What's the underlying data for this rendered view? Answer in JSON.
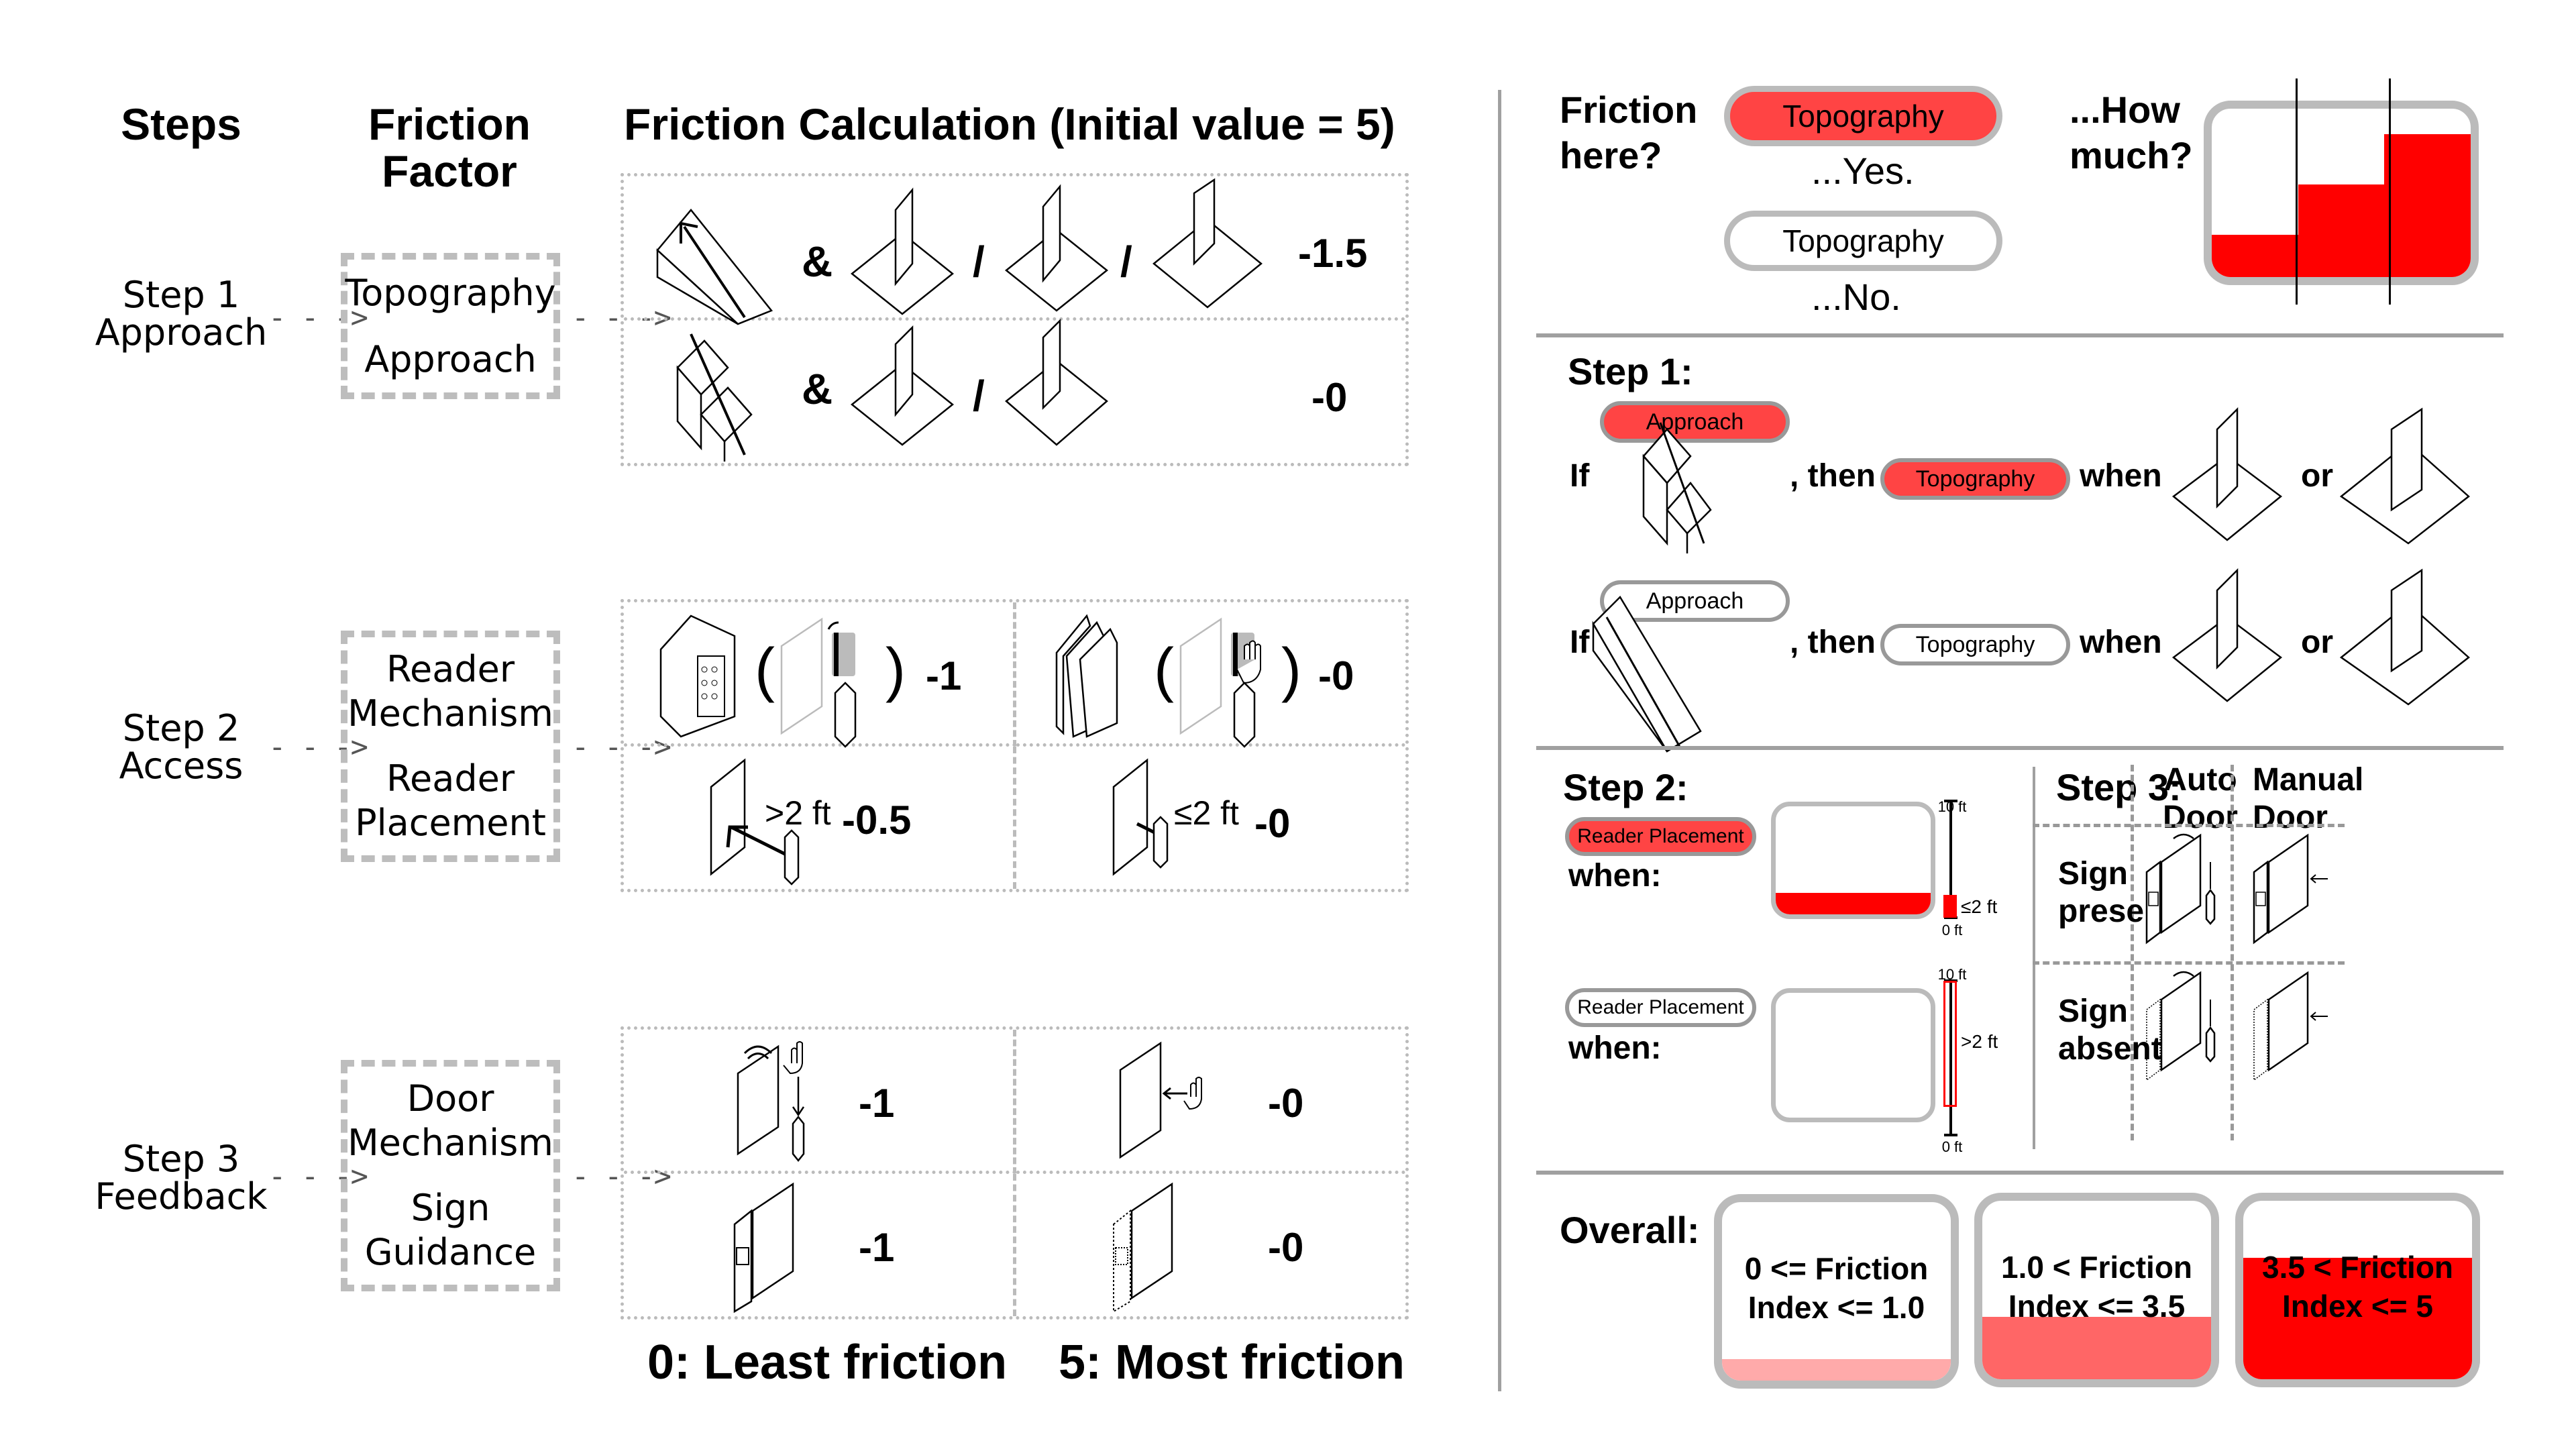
{
  "left": {
    "headers": {
      "steps": "Steps",
      "friction_factor_line1": "Friction",
      "friction_factor_line2": "Factor",
      "calculation": "Friction Calculation (Initial value = 5)"
    },
    "steps": [
      {
        "label_line1": "Step 1",
        "label_line2": "Approach",
        "factors": [
          "Topography",
          "Approach"
        ],
        "rows": [
          {
            "value": "-1.5",
            "connector": "&",
            "separators": [
              "/",
              "/"
            ]
          },
          {
            "value": "-0",
            "connector": "&",
            "separators": [
              "/"
            ]
          }
        ]
      },
      {
        "label_line1": "Step 2",
        "label_line2": "Access",
        "factors": [
          "Reader Mechanism",
          "Reader Placement"
        ],
        "factor_lines": [
          [
            "Reader",
            "Mechanism"
          ],
          [
            "Reader",
            "Placement"
          ]
        ],
        "rows": [
          {
            "left_value": "-1",
            "right_value": "-0",
            "open_paren": "(",
            "close_paren": ")"
          },
          {
            "left_value": "-0.5",
            "left_distance": ">2 ft",
            "right_value": "-0",
            "right_distance": "≤2 ft"
          }
        ]
      },
      {
        "label_line1": "Step 3",
        "label_line2": "Feedback",
        "factors": [
          "Door Mechanism",
          "Sign Guidance"
        ],
        "factor_lines": [
          [
            "Door",
            "Mechanism"
          ],
          [
            "Sign",
            "Guidance"
          ]
        ],
        "rows": [
          {
            "left_value": "-1",
            "right_value": "-0"
          },
          {
            "left_value": "-1",
            "right_value": "-0"
          }
        ]
      }
    ],
    "arrow_glyph": "- - ->",
    "footer": {
      "least": "0: Least friction",
      "most": "5: Most friction"
    }
  },
  "right": {
    "intro": {
      "question_line1": "Friction",
      "question_line2": "here?",
      "yes_pill": "Topography",
      "yes_label": "...Yes.",
      "no_pill": "Topography",
      "no_label": "...No.",
      "how_line1": "...How",
      "how_line2": "much?",
      "how_much_levels": [
        0.25,
        0.55,
        0.85
      ]
    },
    "step1": {
      "title": "Step 1:",
      "rows": [
        {
          "if": "If",
          "factor_pill": "Approach",
          "factor_active": true,
          "then": ", then",
          "result_pill": "Topography",
          "result_active": true,
          "when": "when",
          "or": "or"
        },
        {
          "if": "If",
          "factor_pill": "Approach",
          "factor_active": false,
          "then": ", then",
          "result_pill": "Topography",
          "result_active": false,
          "when": "when",
          "or": "or"
        }
      ]
    },
    "step2": {
      "title": "Step 2:",
      "rows": [
        {
          "pill": "Reader Placement",
          "active": true,
          "when": "when:",
          "fill_fraction": 0.2,
          "scale_top": "10 ft",
          "scale_bottom": "0 ft",
          "range_label": "≤2 ft"
        },
        {
          "pill": "Reader Placement",
          "active": false,
          "when": "when:",
          "fill_fraction": 0,
          "scale_top": "10 ft",
          "scale_bottom": "0 ft",
          "range_label": ">2 ft"
        }
      ]
    },
    "step3": {
      "title": "Step 3:",
      "columns": [
        {
          "line1": "Auto",
          "line2": "Door"
        },
        {
          "line1": "Manual",
          "line2": "Door"
        }
      ],
      "rows": [
        {
          "line1": "Sign",
          "line2": "present"
        },
        {
          "line1": "Sign",
          "line2": "absent"
        }
      ]
    },
    "overall": {
      "title": "Overall:",
      "bins": [
        {
          "line1": "0 <= Friction",
          "line2": "Index <= 1.0",
          "fill_fraction": 0.12,
          "color": "#ffaaaa"
        },
        {
          "line1": "1.0 < Friction",
          "line2": "Index <= 3.5",
          "fill_fraction": 0.35,
          "color": "#ff6666"
        },
        {
          "line1": "3.5 < Friction",
          "line2": "Index <= 5",
          "fill_fraction": 0.68,
          "color": "#ff0000"
        }
      ]
    }
  },
  "colors": {
    "accent_red": "#ff0000",
    "pill_red": "#ff4444",
    "border_grey": "#bbbbbb"
  }
}
